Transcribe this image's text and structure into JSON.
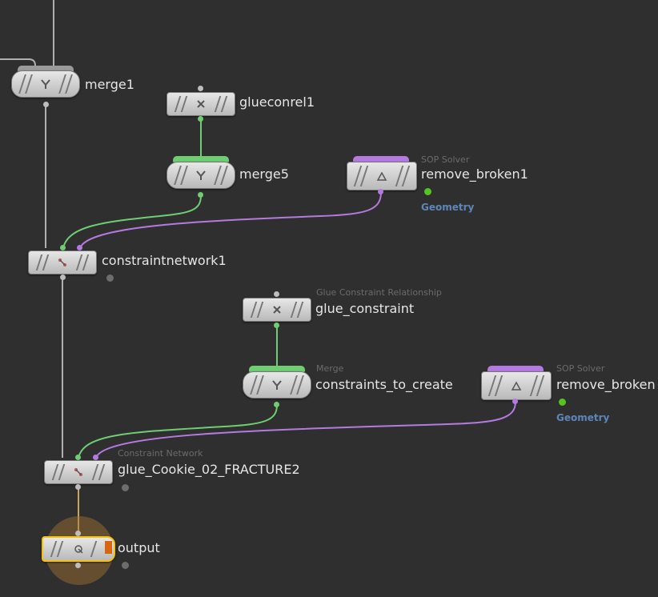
{
  "network": {
    "nodes": {
      "merge1": {
        "name": "merge1",
        "type_label": ""
      },
      "glueconrel1": {
        "name": "glueconrel1",
        "type_label": ""
      },
      "merge5": {
        "name": "merge5",
        "type_label": ""
      },
      "remove_broken1": {
        "name": "remove_broken1",
        "type_label": "SOP Solver",
        "output_label": "Geometry"
      },
      "constraintnetwork1": {
        "name": "constraintnetwork1",
        "type_label": ""
      },
      "glue_constraint": {
        "name": "glue_constraint",
        "type_label": "Glue Constraint Relationship"
      },
      "constraints_to_create": {
        "name": "constraints_to_create",
        "type_label": "Merge"
      },
      "remove_broken2": {
        "name": "remove_broken",
        "type_label": "SOP Solver",
        "output_label": "Geometry"
      },
      "glue_cookie": {
        "name": "glue_Cookie_02_FRACTURE2",
        "type_label": "Constraint Network"
      },
      "output": {
        "name": "output",
        "type_label": ""
      }
    },
    "colors": {
      "background": "#2f2f2f",
      "wire_grey": "#b0b0b0",
      "wire_green": "#6fce72",
      "wire_purple": "#b47ae0",
      "wire_gold": "#c7a75a",
      "output_highlight": "#f2c20f",
      "display_flag": "#d9660f",
      "geometry_label": "#5d86b8"
    }
  }
}
